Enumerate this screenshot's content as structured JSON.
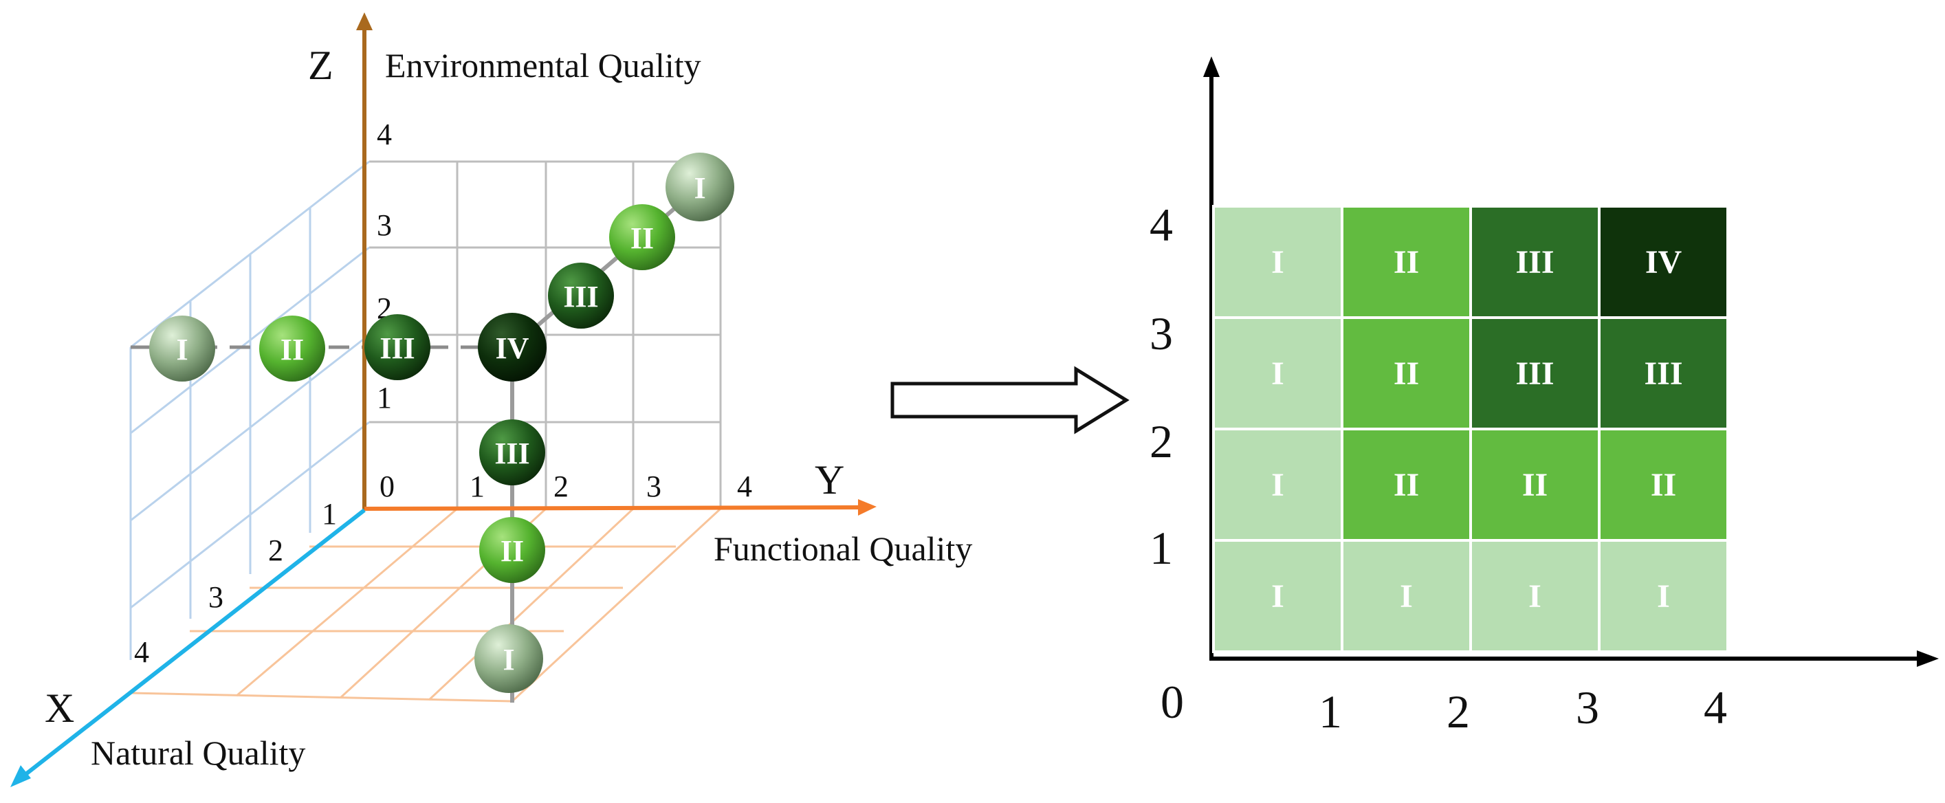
{
  "left_diagram": {
    "axes": {
      "z": {
        "letter": "Z",
        "title": "Environmental Quality",
        "color": "#a9691e"
      },
      "y": {
        "letter": "Y",
        "title": "Functional Quality",
        "color": "#f47b2a"
      },
      "x": {
        "letter": "X",
        "title": "Natural Quality",
        "color": "#1fb3e8"
      }
    },
    "ticks": {
      "z": [
        "1",
        "2",
        "3",
        "4"
      ],
      "y": [
        "0",
        "1",
        "2",
        "3",
        "4"
      ],
      "x": [
        "1",
        "2",
        "3",
        "4"
      ]
    },
    "spheres_back_row": [
      "I",
      "II",
      "III",
      "IV"
    ],
    "spheres_diagonal": [
      "III",
      "II",
      "I"
    ],
    "spheres_front": [
      "III",
      "II",
      "I"
    ]
  },
  "arrow": {
    "direction": "right"
  },
  "right_grid": {
    "x_ticks": [
      "0",
      "1",
      "2",
      "3",
      "4"
    ],
    "y_ticks": [
      "1",
      "2",
      "3",
      "4"
    ],
    "rows": [
      [
        "I",
        "II",
        "III",
        "IV"
      ],
      [
        "I",
        "II",
        "III",
        "III"
      ],
      [
        "I",
        "II",
        "II",
        "II"
      ],
      [
        "I",
        "I",
        "I",
        "I"
      ]
    ],
    "level_colors": {
      "I": "#b7deb2",
      "II": "#62bb40",
      "III": "#2b6e26",
      "IV": "#0f330b"
    }
  }
}
